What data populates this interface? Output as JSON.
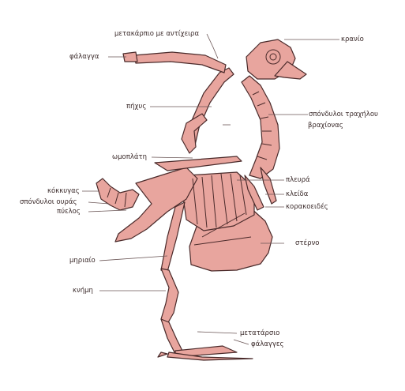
{
  "colors": {
    "bone": "#e8a59e",
    "bone_stroke": "#4a2a2a",
    "leader": "#6a5555",
    "text": "#3a2a2a",
    "background": "#ffffff"
  },
  "labels": {
    "metacarpal": "μετακάρπιο με αντίχειρα",
    "phalanx": "φάλαγγα",
    "skull": "κρανίο",
    "humerus": "πήχυς",
    "cervical": "σπόνδυλοι τραχήλου",
    "arm": "βραχίονας",
    "scapula": "ωμοπλάτη",
    "rib": "πλευρά",
    "clavicle": "κλείδα",
    "coracoid": "κορακοειδές",
    "pygostyle": "κόκκυγας",
    "caudal": "σπόνδυλοι ουράς",
    "pelvis": "πύελος",
    "sternum": "στέρνο",
    "femur": "μηριαίο",
    "tibia": "κνήμη",
    "tarsometatarsus": "μετατάρσιο",
    "phalanges": "φάλαγγες"
  }
}
